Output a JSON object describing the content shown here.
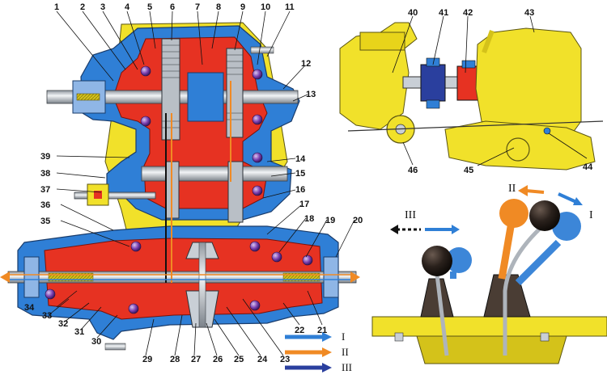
{
  "callouts": {
    "n1": "1",
    "n2": "2",
    "n3": "3",
    "n4": "4",
    "n5": "5",
    "n6": "6",
    "n7": "7",
    "n8": "8",
    "n9": "9",
    "n10": "10",
    "n11": "11",
    "n12": "12",
    "n13": "13",
    "n14": "14",
    "n15": "15",
    "n16": "16",
    "n17": "17",
    "n18": "18",
    "n19": "19",
    "n20": "20",
    "n21": "21",
    "n22": "22",
    "n23": "23",
    "n24": "24",
    "n25": "25",
    "n26": "26",
    "n27": "27",
    "n28": "28",
    "n29": "29",
    "n30": "30",
    "n31": "31",
    "n32": "32",
    "n33": "33",
    "n34": "34",
    "n35": "35",
    "n36": "36",
    "n37": "37",
    "n38": "38",
    "n39": "39",
    "n40": "40",
    "n41": "41",
    "n42": "42",
    "n43": "43",
    "n44": "44",
    "n45": "45",
    "n46": "46"
  },
  "positions": {
    "p1": "I",
    "p2": "II",
    "p3": "III"
  },
  "legend": [
    {
      "label": "I",
      "color": "#2f7fd6"
    },
    {
      "label": "II",
      "color": "#f08a24"
    },
    {
      "label": "III",
      "color": "#2a3f9e"
    }
  ],
  "colors": {
    "housing": "#2f7fd6",
    "oil": "#e63222",
    "assembly": "#f1e12a",
    "shaft": "#c9cfd6",
    "bearing": "#7a3fb0",
    "knob": "#2a211c",
    "lever_orange": "#f08a24",
    "lever_blue": "#3c86d8"
  }
}
